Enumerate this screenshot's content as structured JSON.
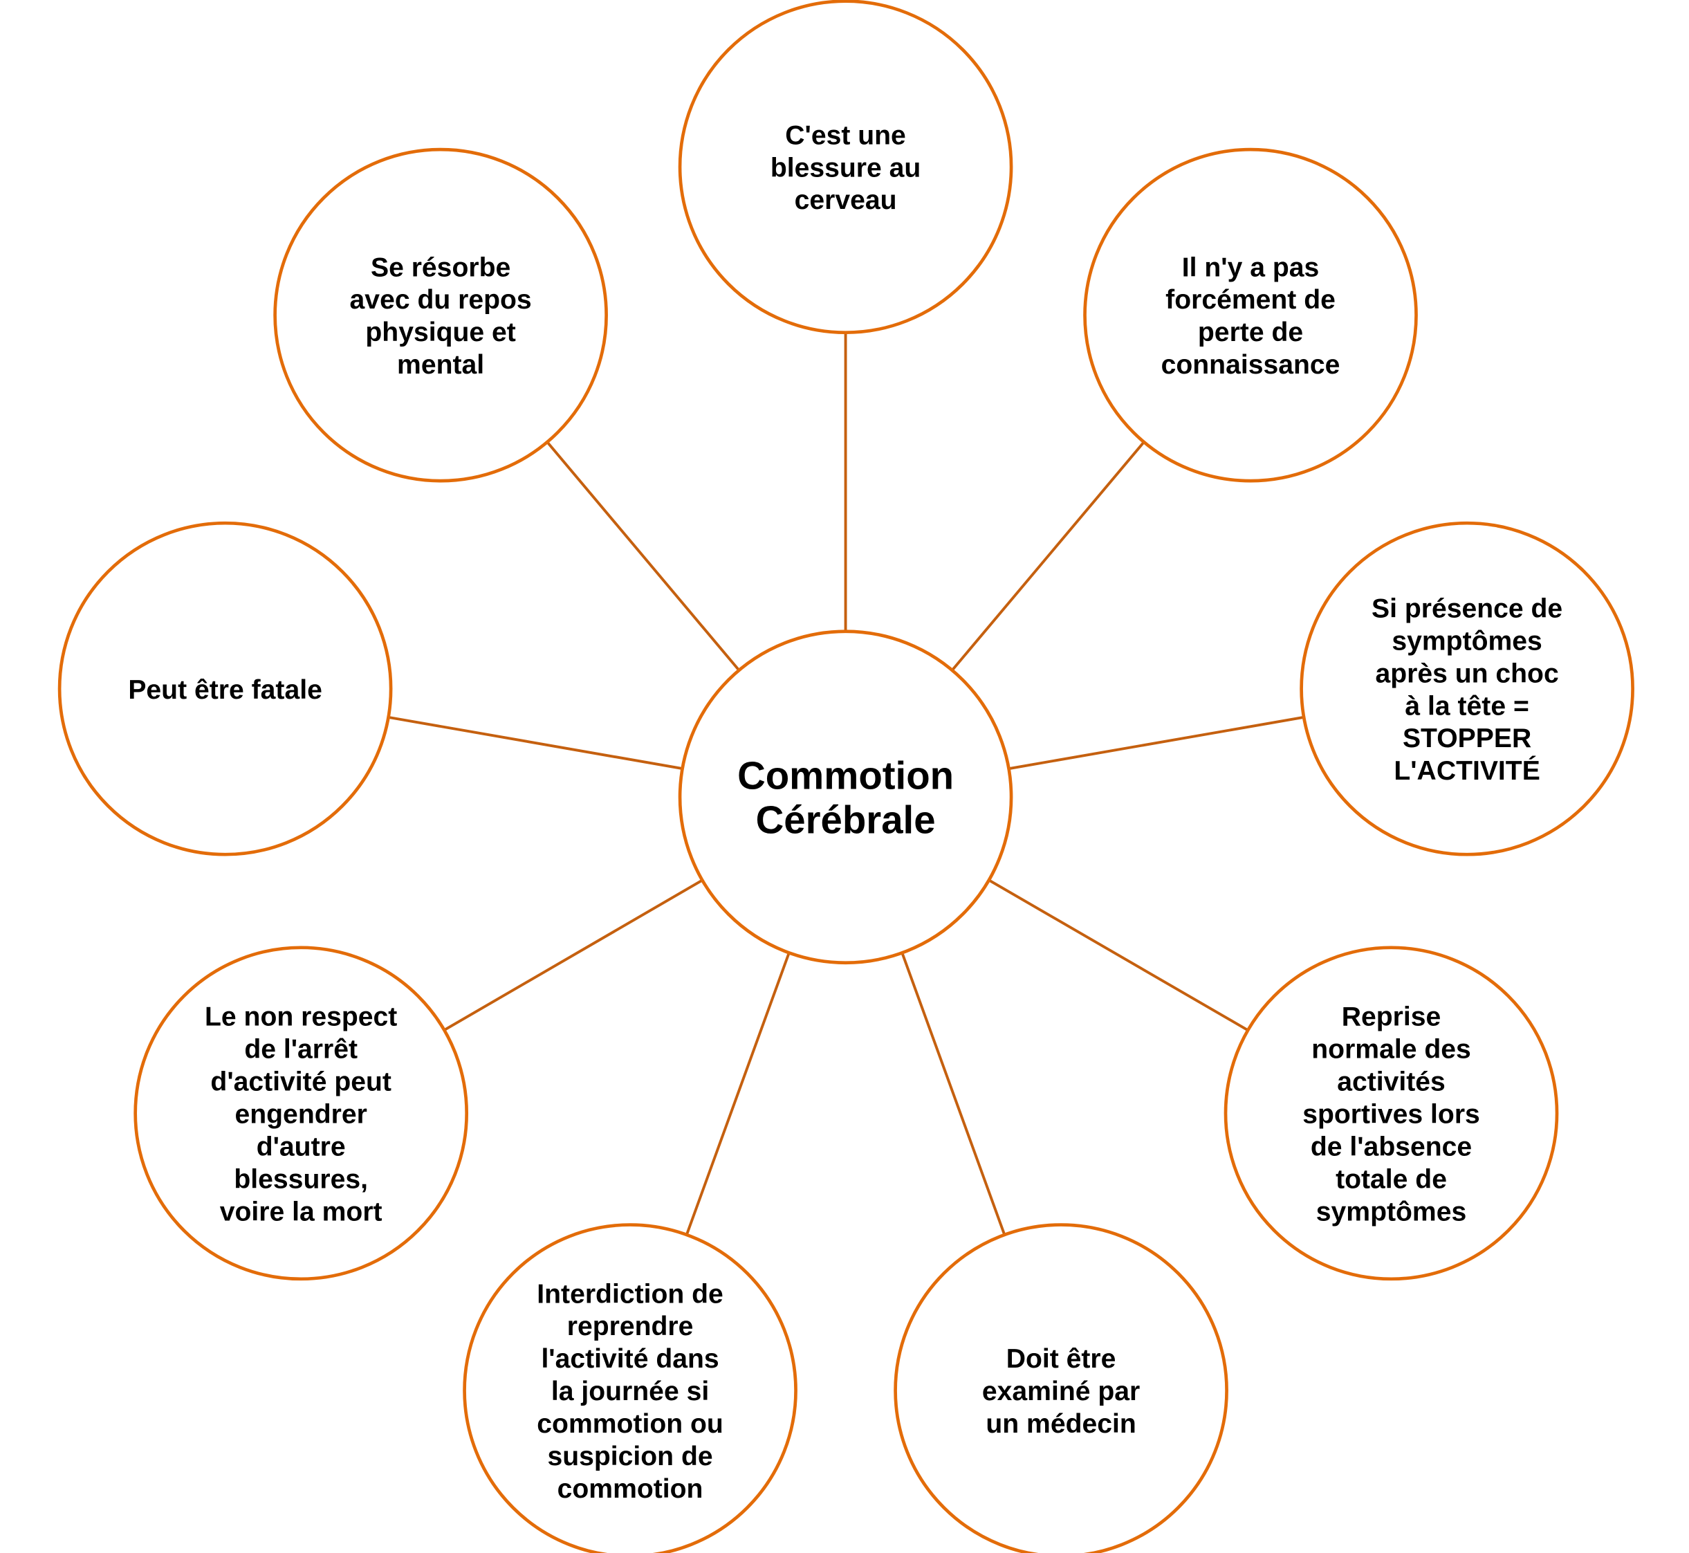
{
  "diagram": {
    "colors": {
      "circle_stroke": "#E36C09",
      "connector": "#C5600F",
      "text": "#000000",
      "background": "#FFFFFF"
    },
    "center": {
      "lines": [
        "Commotion",
        "Cérébrale"
      ]
    },
    "nodes": [
      {
        "lines": [
          "C'est une",
          "blessure au",
          "cerveau"
        ]
      },
      {
        "lines": [
          "Il n'y a pas",
          "forcément de",
          "perte de",
          "connaissance"
        ]
      },
      {
        "lines": [
          "Si présence de",
          "symptômes",
          "après un choc",
          "à la tête =",
          "STOPPER",
          "L'ACTIVITÉ"
        ]
      },
      {
        "lines": [
          "Reprise",
          "normale des",
          "activités",
          "sportives lors",
          "de l'absence",
          "totale de",
          "symptômes"
        ]
      },
      {
        "lines": [
          "Doit être",
          "examiné par",
          "un médecin"
        ]
      },
      {
        "lines": [
          "Interdiction de",
          "reprendre",
          "l'activité dans",
          "la journée si",
          "commotion ou",
          "suspicion de",
          "commotion"
        ]
      },
      {
        "lines": [
          "Le non respect",
          "de l'arrêt",
          "d'activité peut",
          "engendrer",
          "d'autre",
          "blessures,",
          "voire la mort"
        ]
      },
      {
        "lines": [
          "Peut être fatale"
        ]
      },
      {
        "lines": [
          "Se résorbe",
          "avec du repos",
          "physique et",
          "mental"
        ]
      }
    ]
  }
}
